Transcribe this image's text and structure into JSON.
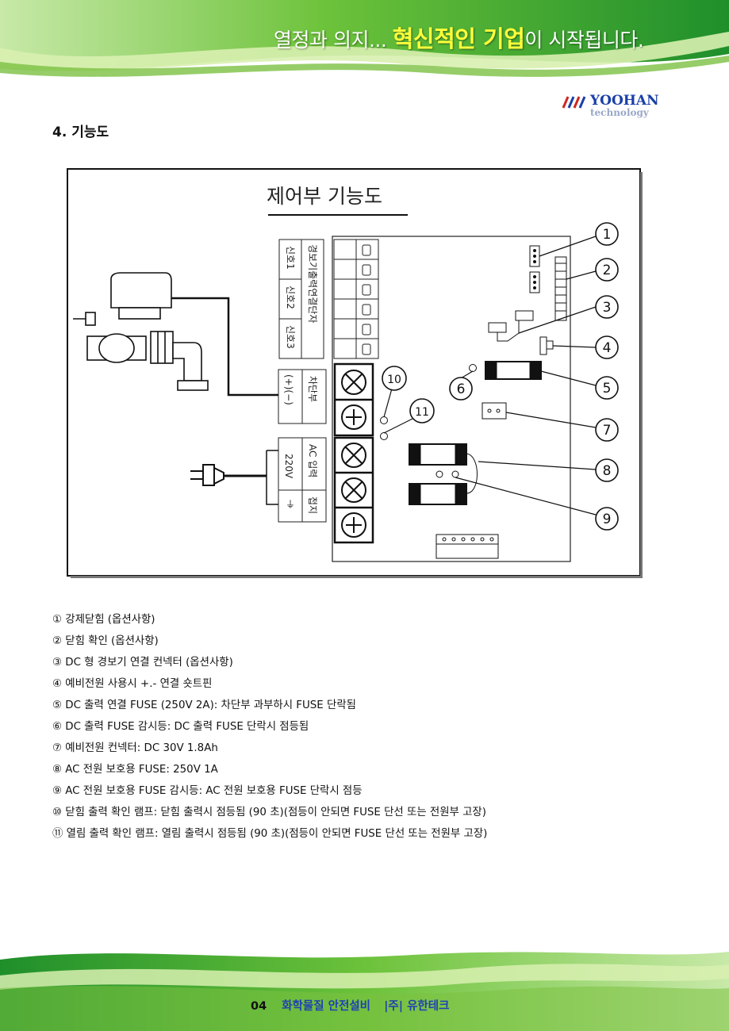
{
  "header": {
    "slogan_prefix": "열정과 의지... ",
    "slogan_highlight": "혁신적인 기업",
    "slogan_suffix": "이 시작됩니다.",
    "logo_name": "YOOHAN",
    "logo_sub": "technology"
  },
  "section": {
    "title": "4. 기능도"
  },
  "diagram": {
    "title": "제어부 기능도",
    "alarm_terminal_label": "경보기출력연결단자",
    "signals": [
      "신호1",
      "신호2",
      "신호3"
    ],
    "breaker_label": "차단부",
    "plus_minus": "(+)(−)",
    "ac_input_label": "AC 입력",
    "ground_label": "접지",
    "voltage": "220V",
    "callouts": [
      "1",
      "2",
      "3",
      "4",
      "5",
      "6",
      "7",
      "8",
      "9",
      "10",
      "11"
    ]
  },
  "legend": [
    "① 강제닫힘 (옵션사항)",
    "② 닫힘 확인 (옵션사항)",
    "③ DC 형 경보기 연결 컨넥터 (옵션사항)",
    "④ 예비전원 사용시 +.- 연결 숏트핀",
    "⑤ DC 출력 연결 FUSE (250V 2A): 차단부 과부하시 FUSE 단락됨",
    "⑥ DC 출력 FUSE 감시등: DC 출력 FUSE 단락시 점등됨",
    "⑦ 예비전원 컨넥터: DC 30V 1.8Ah",
    "⑧ AC 전원 보호용 FUSE: 250V 1A",
    "⑨ AC 전원 보호용 FUSE 감시등: AC 전원 보호용 FUSE 단락시 점등",
    "⑩ 닫힘 출력 확인 램프: 닫힘 출력시 점등됨 (90 초)(점등이 안되면 FUSE 단선 또는 전원부 고장)",
    "⑪ 열림 출력 확인 램프: 열림 출력시 점등됨 (90 초)(점등이 안되면 FUSE 단선 또는 전원부 고장)"
  ],
  "footer": {
    "page_number": "04",
    "doc_name": "화학물질 안전설비",
    "company": "|주| 유한테크"
  },
  "colors": {
    "green_dark": "#2f9a2a",
    "green_light": "#9fd24a",
    "highlight": "#ffff3a",
    "footer_blue": "#1f3fb5"
  }
}
